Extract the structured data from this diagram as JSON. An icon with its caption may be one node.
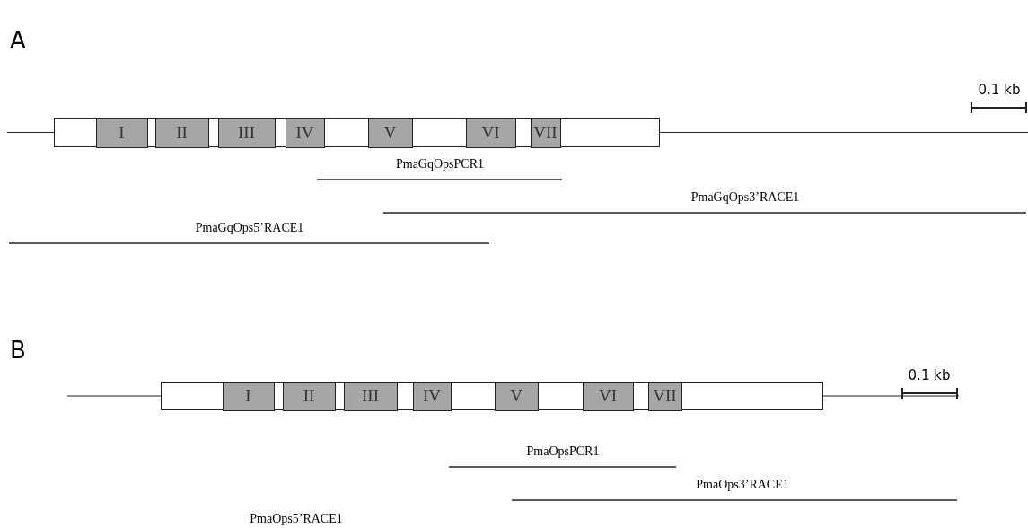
{
  "diagram": {
    "nodes": [
      {
        "text": [],
        "shape": "box"
      },
      {
        "text": [
          "I"
        ],
        "in": 0
      },
      {
        "text": [
          "II"
        ],
        "in": 0
      },
      {
        "text": [
          "III"
        ],
        "in": 0
      },
      {
        "text": [
          "IV"
        ],
        "in": 0
      },
      {
        "text": [
          "V"
        ],
        "in": 0
      },
      {
        "text": [
          "VI"
        ],
        "in": 0
      },
      {
        "text": [
          "VII"
        ],
        "in": 0
      },
      {
        "text": [],
        "shape": "box"
      },
      {
        "text": [
          "I"
        ],
        "in": 8
      },
      {
        "text": [
          "II"
        ],
        "in": 8
      },
      {
        "text": [
          "III"
        ],
        "in": 8
      },
      {
        "text": [
          "IV"
        ],
        "in": 8
      },
      {
        "text": [
          "V"
        ],
        "in": 8
      },
      {
        "text": [
          "VI"
        ],
        "in": 8
      },
      {
        "text": [
          "VII"
        ],
        "in": 8
      }
    ],
    "edges": [],
    "labels": [
      "A",
      "0.1 kb",
      "PmaGqOpsPCR1",
      "PmaGqOps3’RACE1",
      "PmaGqOps5’RACE1",
      "B",
      "0.1 kb",
      "PmaOpsPCR1",
      "PmaOps3’RACE1",
      "PmaOps5’RACE1"
    ]
  }
}
